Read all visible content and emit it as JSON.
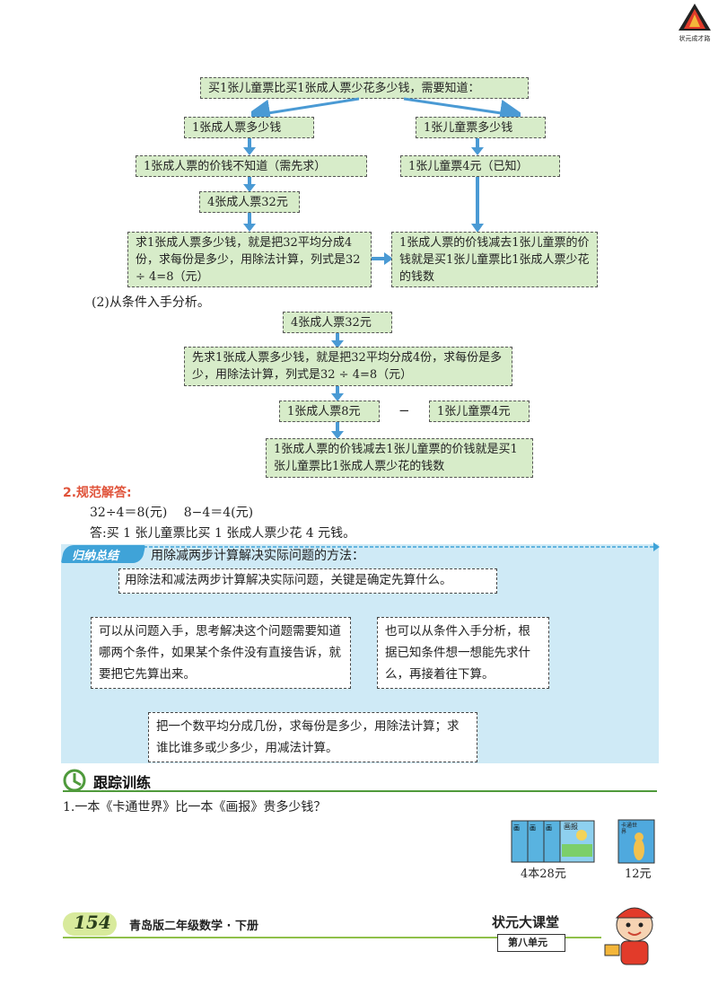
{
  "logo": {
    "caption": "状元成才路"
  },
  "flow1": {
    "top": "买1张儿童票比买1张成人票少花多少钱，需要知道：",
    "left1": "1张成人票多少钱",
    "right1": "1张儿童票多少钱",
    "left2": "1张成人票的价钱不知道（需先求）",
    "right2": "1张儿童票4元（已知）",
    "left3": "4张成人票32元",
    "left4": "求1张成人票多少钱，就是把32平均分成4份，求每份是多少，用除法计算，列式是32 ÷ 4=8（元）",
    "right4": "1张成人票的价钱减去1张儿童票的价钱就是买1张儿童票比1张成人票少花的钱数"
  },
  "part2_label": "(2)从条件入手分析。",
  "flow2": {
    "b1": "4张成人票32元",
    "b2": "先求1张成人票多少钱，就是把32平均分成4份，求每份是多少，用除法计算，列式是32 ÷ 4=8（元）",
    "b3a": "1张成人票8元",
    "minus": "−",
    "b3b": "1张儿童票4元",
    "b4": "1张成人票的价钱减去1张儿童票的价钱就是买1张儿童票比1张成人票少花的钱数"
  },
  "answer": {
    "heading": "2.规范解答:",
    "line1": "32÷4＝8(元)　 8−4＝4(元)",
    "line2": "答:买 1 张儿童票比买 1 张成人票少花 4 元钱。"
  },
  "summary": {
    "badge": "归纳总结",
    "title": "用除减两步计算解决实际问题的方法：",
    "box1": "用除法和减法两步计算解决实际问题，关键是确定先算什么。",
    "box2": "可以从问题入手，思考解决这个问题需要知道哪两个条件，如果某个条件没有直接告诉，就要把它先算出来。",
    "box3": "也可以从条件入手分析，根据已知条件想一想能先求什么，再接着往下算。",
    "box4": "把一个数平均分成几份，求每份是多少，用除法计算；求谁比谁多或少多少，用减法计算。"
  },
  "training": {
    "heading": "跟踪训练",
    "q1": "1.一本《卡通世界》比一本《画报》贵多少钱？",
    "item1_caption": "4本28元",
    "item2_caption": "12元",
    "book_label1": "画报",
    "book_label2": "卡通世界"
  },
  "footer": {
    "page": "154",
    "book": "青岛版二年级数学 · 下册",
    "brand": "状元大课堂",
    "unit": "第八单元"
  },
  "colors": {
    "green_box": "#d7ecc9",
    "arrow_blue": "#4a9ad4",
    "summary_bg": "#cfeaf6",
    "accent_red": "#e0533a"
  }
}
